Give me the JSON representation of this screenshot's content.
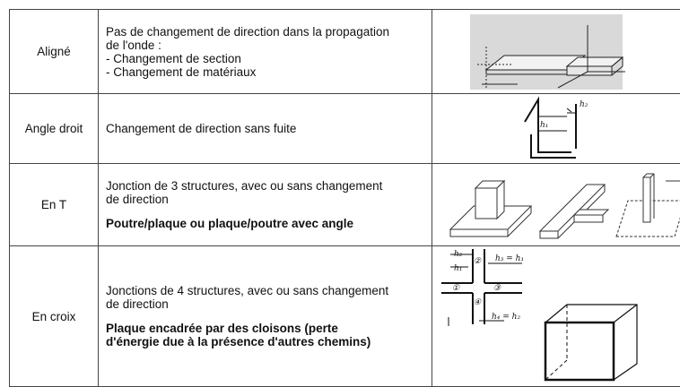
{
  "rows": [
    {
      "type": "Aligné",
      "desc_lines": [
        "Pas de changement de direction dans la propagation",
        "de l'onde :",
        "- Changement de section",
        "- Changement de matériaux"
      ],
      "figure_icon": "aligned-junction-diagram-icon"
    },
    {
      "type": "Angle droit",
      "desc_lines": [
        "Changement de direction sans fuite"
      ],
      "figure_labels": {
        "h1": "h₁",
        "h2": "h₂"
      },
      "figure_icon": "right-angle-junction-diagram-icon"
    },
    {
      "type": "En T",
      "desc_lines": [
        "Jonction de 3 structures, avec ou sans changement",
        "de direction"
      ],
      "bold_lines": [
        "Poutre/plaque ou plaque/poutre avec angle"
      ],
      "figure_icon": "t-junction-diagram-icon"
    },
    {
      "type": "En croix",
      "desc_lines": [
        "Jonctions de 4 structures, avec ou sans changement",
        "de direction"
      ],
      "bold_lines": [
        "Plaque encadrée par des cloisons (perte",
        "d'énergie due à la présence d'autres chemins)"
      ],
      "figure_labels": {
        "h1": "h₁",
        "h2": "h₂",
        "h3": "h₃ = h₁",
        "h4": "h₄ = h₂",
        "n1": "①",
        "n2": "②",
        "n3": "③",
        "n4": "④"
      },
      "figure_icon": "cross-junction-diagram-icon"
    }
  ]
}
